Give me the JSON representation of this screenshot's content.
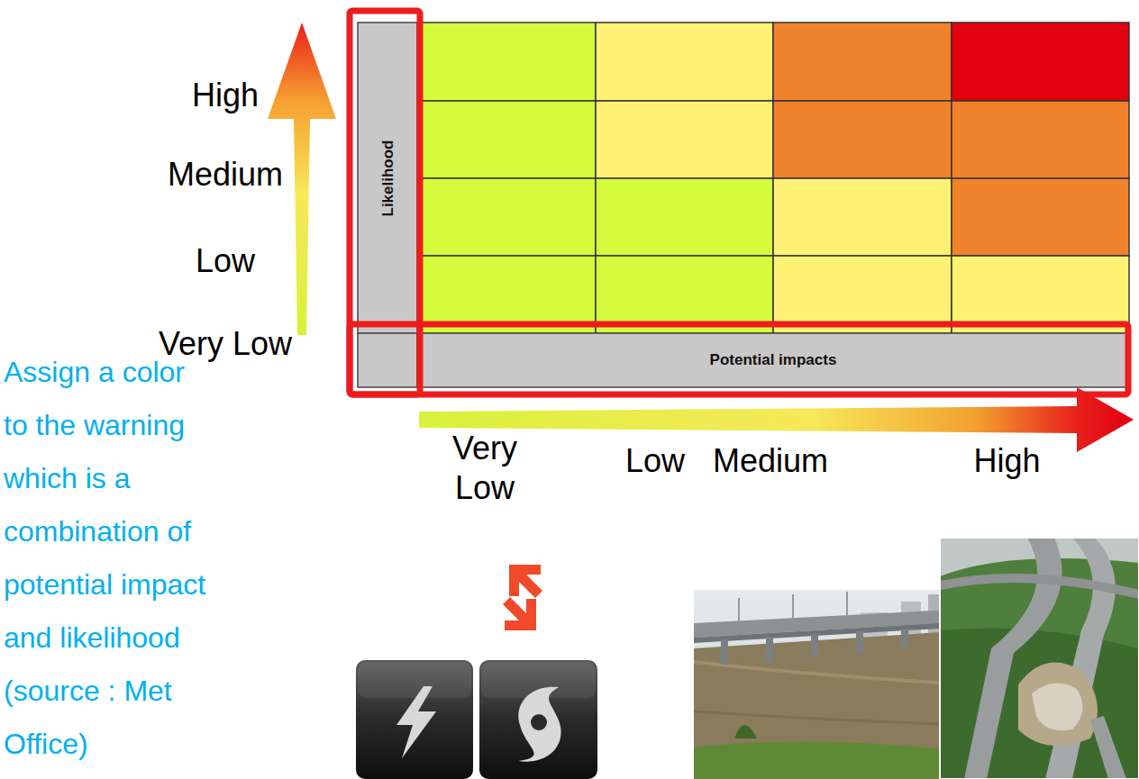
{
  "diagram": {
    "caption": "Assign a color to the warning which is a combination of potential impact and likelihood (source : Met Office)",
    "nodes": [
      {
        "text": [
          "Likelihood"
        ]
      },
      {
        "text": [
          "Potential impacts"
        ]
      }
    ],
    "edges": [],
    "labels": [
      "High",
      "Medium",
      "Low",
      "Very Low",
      "Very Low",
      "Low",
      "Medium",
      "High"
    ]
  }
}
